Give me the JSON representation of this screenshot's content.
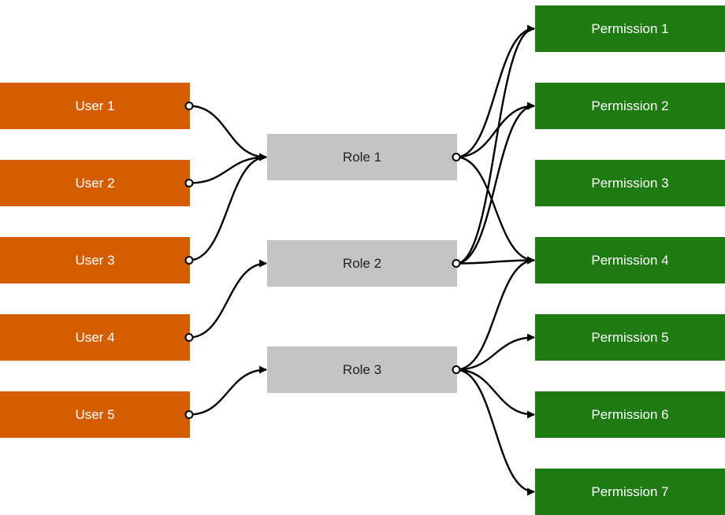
{
  "colors": {
    "user": "#d45d00",
    "role": "#c4c4c4",
    "permission": "#1e7b12",
    "edge": "#000000"
  },
  "users": [
    {
      "id": "u1",
      "label": "User 1"
    },
    {
      "id": "u2",
      "label": "User 2"
    },
    {
      "id": "u3",
      "label": "User 3"
    },
    {
      "id": "u4",
      "label": "User 4"
    },
    {
      "id": "u5",
      "label": "User 5"
    }
  ],
  "roles": [
    {
      "id": "r1",
      "label": "Role 1"
    },
    {
      "id": "r2",
      "label": "Role 2"
    },
    {
      "id": "r3",
      "label": "Role 3"
    }
  ],
  "permissions": [
    {
      "id": "p1",
      "label": "Permission 1"
    },
    {
      "id": "p2",
      "label": "Permission 2"
    },
    {
      "id": "p3",
      "label": "Permission 3"
    },
    {
      "id": "p4",
      "label": "Permission 4"
    },
    {
      "id": "p5",
      "label": "Permission 5"
    },
    {
      "id": "p6",
      "label": "Permission 6"
    },
    {
      "id": "p7",
      "label": "Permission 7"
    }
  ],
  "edges": [
    {
      "from": "u1",
      "to": "r1"
    },
    {
      "from": "u2",
      "to": "r1"
    },
    {
      "from": "u3",
      "to": "r1"
    },
    {
      "from": "u4",
      "to": "r2"
    },
    {
      "from": "u5",
      "to": "r3"
    },
    {
      "from": "r1",
      "to": "p1"
    },
    {
      "from": "r1",
      "to": "p2"
    },
    {
      "from": "r1",
      "to": "p4"
    },
    {
      "from": "r2",
      "to": "p1"
    },
    {
      "from": "r2",
      "to": "p2"
    },
    {
      "from": "r2",
      "to": "p4"
    },
    {
      "from": "r3",
      "to": "p4"
    },
    {
      "from": "r3",
      "to": "p5"
    },
    {
      "from": "r3",
      "to": "p6"
    },
    {
      "from": "r3",
      "to": "p7"
    }
  ]
}
